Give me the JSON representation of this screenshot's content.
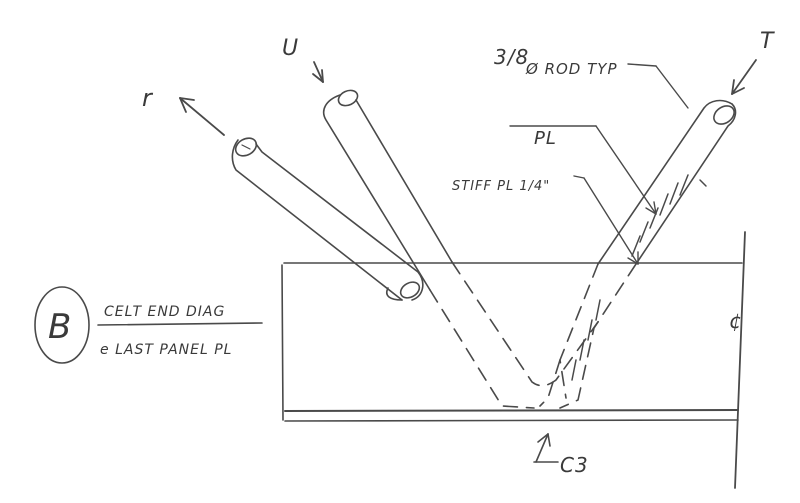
{
  "labels": {
    "member_r": "r",
    "member_u": "U",
    "member_t": "T",
    "rod_note_frac": "3/8",
    "rod_note_text": "Ø ROD TYP",
    "plate_callout": "PL",
    "stiff_note": "STIFF PL 1/4\"",
    "detail_id": "B",
    "detail_line1": "CELT END DIAG",
    "detail_line2": "e LAST PANEL PL",
    "section_mark": "C3",
    "centerline_mark": "¢"
  }
}
